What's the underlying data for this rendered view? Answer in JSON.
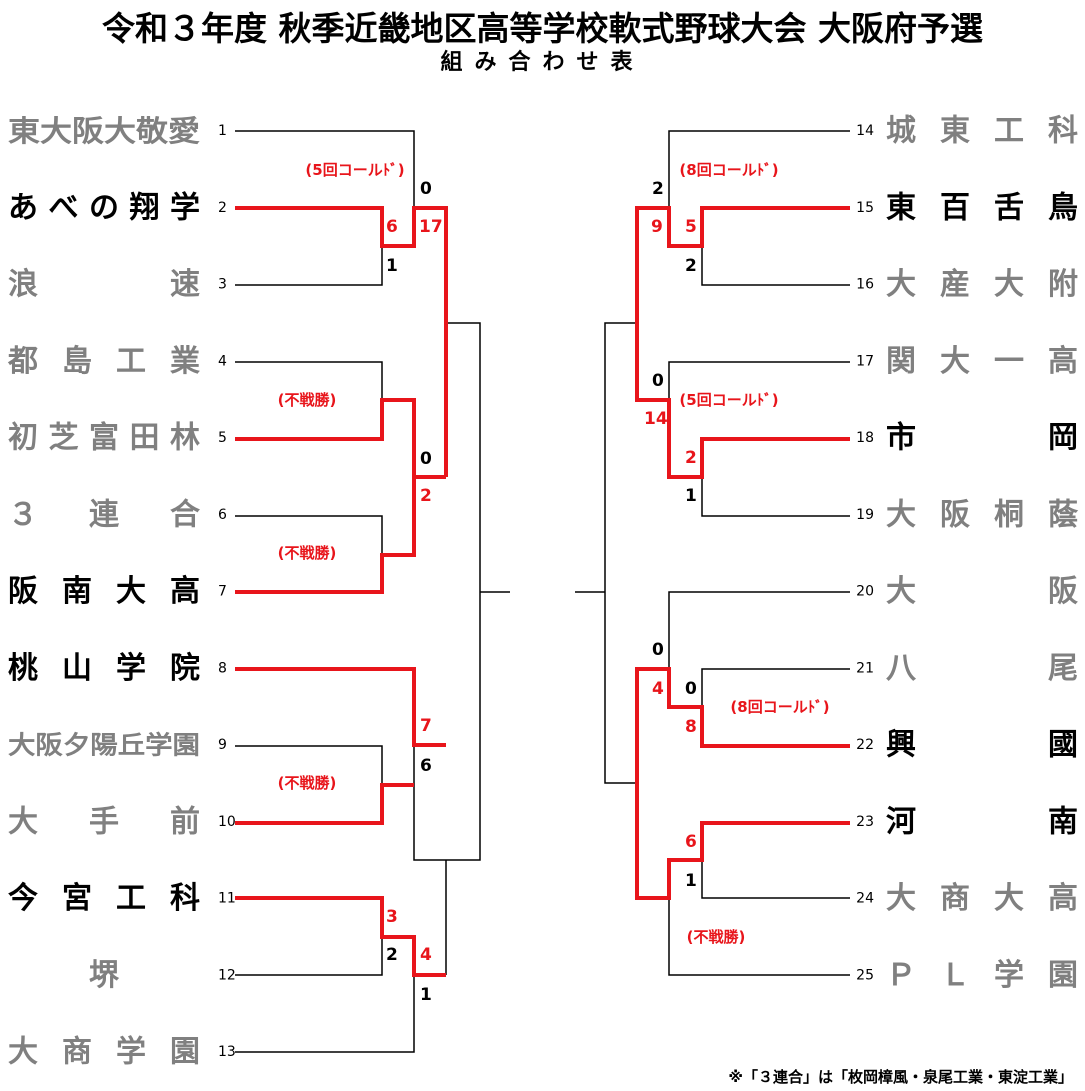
{
  "title": "令和３年度 秋季近畿地区高等学校軟式野球大会 大阪府予選",
  "subtitle": "組み合わせ表",
  "footnote": "※「３連合」は「枚岡樟風・泉尾工業・東淀工業」",
  "colors": {
    "win": "#e8151b",
    "line": "#000000",
    "lose_team": "#808080",
    "win_team": "#000000"
  },
  "teams_left": [
    {
      "no": "1",
      "name": "東大阪大敬愛",
      "win": false
    },
    {
      "no": "2",
      "name": "あべの翔学",
      "win": true
    },
    {
      "no": "3",
      "name": "浪速",
      "win": false
    },
    {
      "no": "4",
      "name": "都島工業",
      "win": false
    },
    {
      "no": "5",
      "name": "初芝富田林",
      "win": false
    },
    {
      "no": "6",
      "name": "３連合",
      "win": false
    },
    {
      "no": "7",
      "name": "阪南大高",
      "win": true
    },
    {
      "no": "8",
      "name": "桃山学院",
      "win": true
    },
    {
      "no": "9",
      "name": "大阪夕陽丘学園",
      "win": false
    },
    {
      "no": "10",
      "name": "大手前",
      "win": false
    },
    {
      "no": "11",
      "name": "今宮工科",
      "win": true
    },
    {
      "no": "12",
      "name": "堺",
      "win": false
    },
    {
      "no": "13",
      "name": "大商学園",
      "win": false
    }
  ],
  "teams_right": [
    {
      "no": "14",
      "name": "城東工科",
      "win": false
    },
    {
      "no": "15",
      "name": "東百舌鳥",
      "win": true
    },
    {
      "no": "16",
      "name": "大産大附",
      "win": false
    },
    {
      "no": "17",
      "name": "関大一高",
      "win": false
    },
    {
      "no": "18",
      "name": "市岡",
      "win": true
    },
    {
      "no": "19",
      "name": "大阪桐蔭",
      "win": false
    },
    {
      "no": "20",
      "name": "大阪",
      "win": false
    },
    {
      "no": "21",
      "name": "八尾",
      "win": false
    },
    {
      "no": "22",
      "name": "興國",
      "win": true
    },
    {
      "no": "23",
      "name": "河南",
      "win": true
    },
    {
      "no": "24",
      "name": "大商大高",
      "win": false
    },
    {
      "no": "25",
      "Ｐ": "",
      "name": "ＰＬ学園",
      "win": false
    }
  ],
  "notes": {
    "called5": "(5回コールﾄﾞ)",
    "called8": "(8回コールﾄﾞ)",
    "forfeit": "(不戦勝)"
  },
  "scores": {
    "l_g1_win": "6",
    "l_g1_lose": "1",
    "l_g2_win": "17",
    "l_g2_lose": "0",
    "l_g3_win": "2",
    "l_g3_lose": "0",
    "l_g4_win": "7",
    "l_g4_lose": "6",
    "l_g5_win": "3",
    "l_g5_lose": "2",
    "l_g6_win": "4",
    "l_g6_lose": "1",
    "r_g1_win": "5",
    "r_g1_lose": "2",
    "r_g2_win": "9",
    "r_g2_lose": "2",
    "r_g3_win": "2",
    "r_g3_lose": "1",
    "r_g4_win": "14",
    "r_g4_lose": "0",
    "r_g5_win": "8",
    "r_g5_lose": "0",
    "r_g6_win": "4",
    "r_g6_lose": "0",
    "r_g7_win": "6",
    "r_g7_lose": "1"
  }
}
